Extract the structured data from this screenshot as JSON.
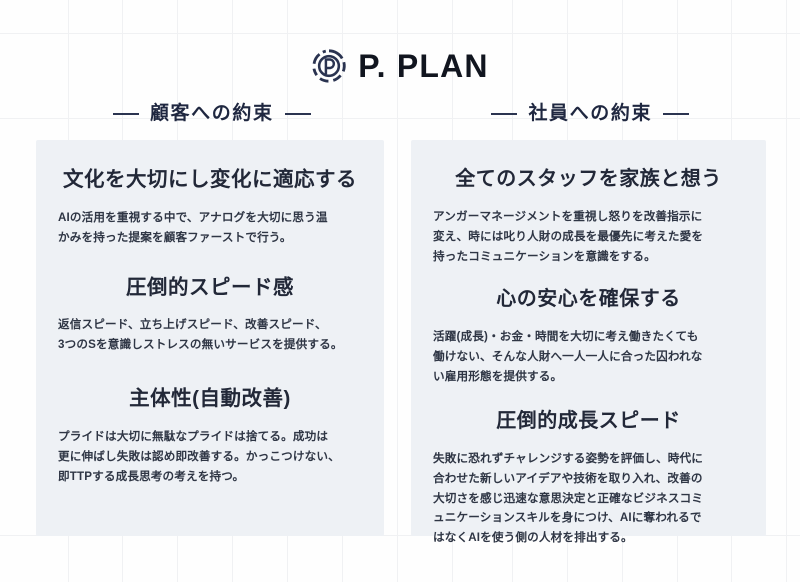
{
  "brand": {
    "logo_icon": "p-plan-circular-logo-icon",
    "name": "P. PLAN"
  },
  "columns": [
    {
      "id": "customer",
      "header": "顧客への約束",
      "blocks": [
        {
          "title": "文化を大切にし変化に適応する",
          "lines": [
            "AIの活用を重視する中で、アナログを大切に思う温",
            "かみを持った提案を顧客ファーストで行う。"
          ]
        },
        {
          "title": "圧倒的スピード感",
          "lines": [
            "返信スピード、立ち上げスピード、改善スピード、",
            "3つのSを意識しストレスの無いサービスを提供する。"
          ]
        },
        {
          "title": "主体性(自動改善)",
          "lines": [
            "プライドは大切に無駄なプライドは捨てる。成功は",
            "更に伸ばし失敗は認め即改善する。かっこつけない、",
            "即TTPする成長思考の考えを持つ。"
          ]
        }
      ]
    },
    {
      "id": "employee",
      "header": "社員への約束",
      "blocks": [
        {
          "title": "全てのスタッフを家族と想う",
          "lines": [
            "アンガーマネージメントを重視し怒りを改善指示に",
            "変え、時には叱り人財の成長を最優先に考えた愛を",
            "持ったコミュニケーションを意識をする。"
          ]
        },
        {
          "title": "心の安心を確保する",
          "lines": [
            "活躍(成長)・お金・時間を大切に考え働きたくても",
            "働けない、そんな人財へ一人一人に合った囚われな",
            "い雇用形態を提供する。"
          ]
        },
        {
          "title": "圧倒的成長スピード",
          "lines": [
            "失敗に恐れずチャレンジする姿勢を評価し、時代に",
            "合わせた新しいアイデアや技術を取り入れ、改善の",
            "大切さを感じ迅速な意思決定と正確なビジネスコミ",
            "ュニケーションスキルを身につけ、AIに奪われるで",
            "はなくAIを使う側の人材を排出する。"
          ]
        }
      ]
    }
  ],
  "colors": {
    "page_background": "#fefefe",
    "panel_background": "#eef1f5",
    "grid_line": "#f0f1f3",
    "heading_navy": "#1f2740",
    "title_dark": "#222838",
    "body_text": "#2f3645",
    "rule_navy": "#2b3450",
    "logo_text": "#11151f",
    "logo_mark": "#2a3350"
  },
  "grid": {
    "vertical_x": [
      68,
      122,
      177,
      232,
      287,
      342,
      397,
      452,
      512,
      567,
      622,
      677,
      731,
      786
    ],
    "horizontal_y": [
      33,
      118,
      535
    ]
  }
}
